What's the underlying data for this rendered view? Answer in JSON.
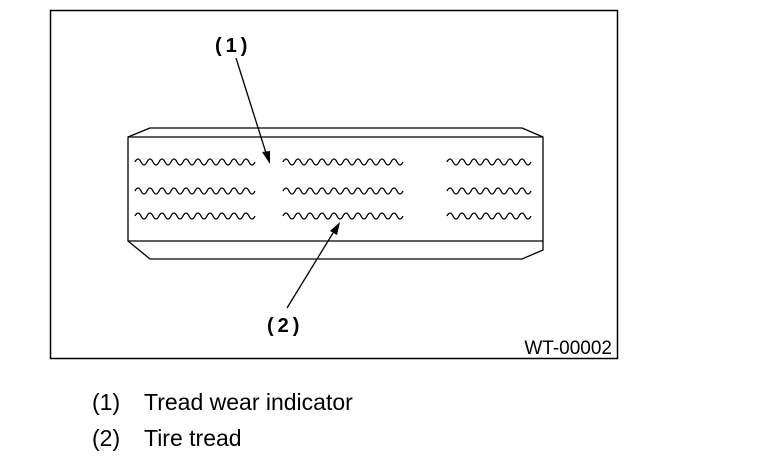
{
  "figure": {
    "code": "WT-00002",
    "callouts": [
      {
        "id": "1",
        "label": "(1)"
      },
      {
        "id": "2",
        "label": "(2)"
      }
    ]
  },
  "legend": [
    {
      "num": "(1)",
      "text": "Tread wear indicator"
    },
    {
      "num": "(2)",
      "text": "Tire tread"
    }
  ]
}
